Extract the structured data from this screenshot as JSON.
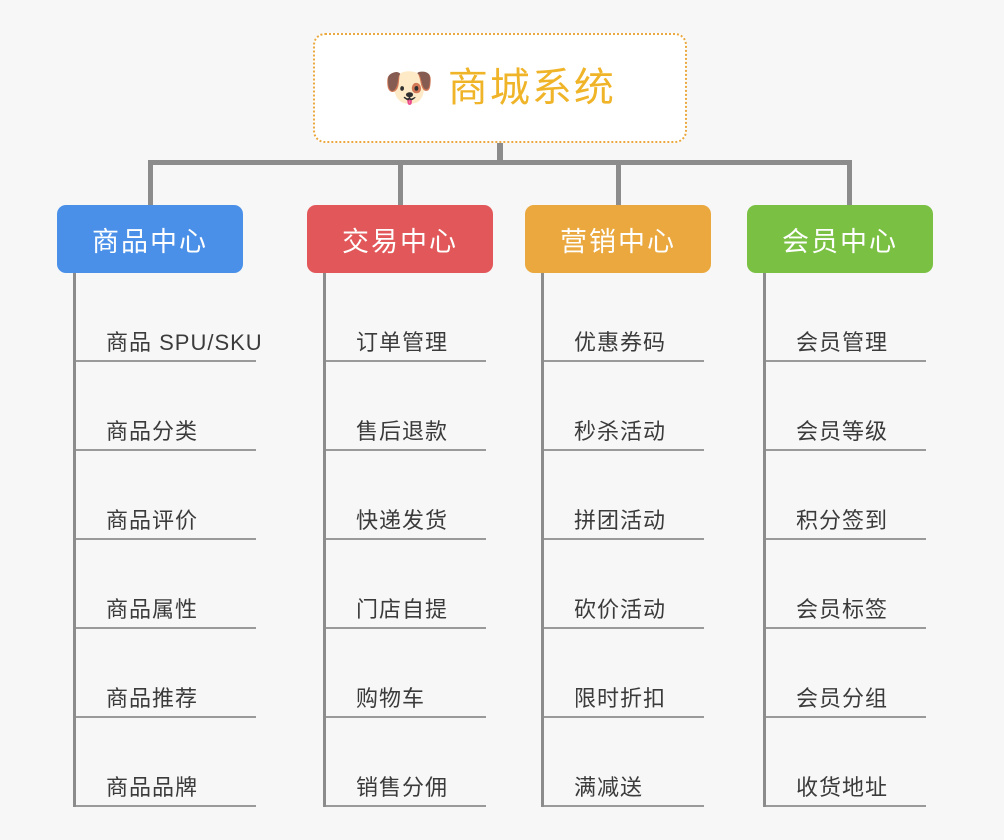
{
  "page": {
    "background_color": "#f7f7f7",
    "title": "商城系统"
  },
  "root": {
    "icon": "shiba-dog-face-icon",
    "emoji": "🐶",
    "label": "商城系统",
    "text_color": "#f0b429",
    "border_color": "#eaa83f",
    "background_color": "#ffffff"
  },
  "connector": {
    "color": "#8c8c8c"
  },
  "columns": [
    {
      "id": "product-center",
      "label": "商品中心",
      "color": "#4a90e8",
      "items": [
        {
          "label": "商品 SPU/SKU"
        },
        {
          "label": "商品分类"
        },
        {
          "label": "商品评价"
        },
        {
          "label": "商品属性"
        },
        {
          "label": "商品推荐"
        },
        {
          "label": "商品品牌"
        }
      ]
    },
    {
      "id": "trade-center",
      "label": "交易中心",
      "color": "#e2585a",
      "items": [
        {
          "label": "订单管理"
        },
        {
          "label": "售后退款"
        },
        {
          "label": "快递发货"
        },
        {
          "label": "门店自提"
        },
        {
          "label": "购物车"
        },
        {
          "label": "销售分佣"
        }
      ]
    },
    {
      "id": "marketing-center",
      "label": "营销中心",
      "color": "#eaa83f",
      "items": [
        {
          "label": "优惠券码"
        },
        {
          "label": "秒杀活动"
        },
        {
          "label": "拼团活动"
        },
        {
          "label": "砍价活动"
        },
        {
          "label": "限时折扣"
        },
        {
          "label": "满减送"
        }
      ]
    },
    {
      "id": "member-center",
      "label": "会员中心",
      "color": "#7ac143",
      "items": [
        {
          "label": "会员管理"
        },
        {
          "label": "会员等级"
        },
        {
          "label": "积分签到"
        },
        {
          "label": "会员标签"
        },
        {
          "label": "会员分组"
        },
        {
          "label": "收货地址"
        }
      ]
    }
  ]
}
